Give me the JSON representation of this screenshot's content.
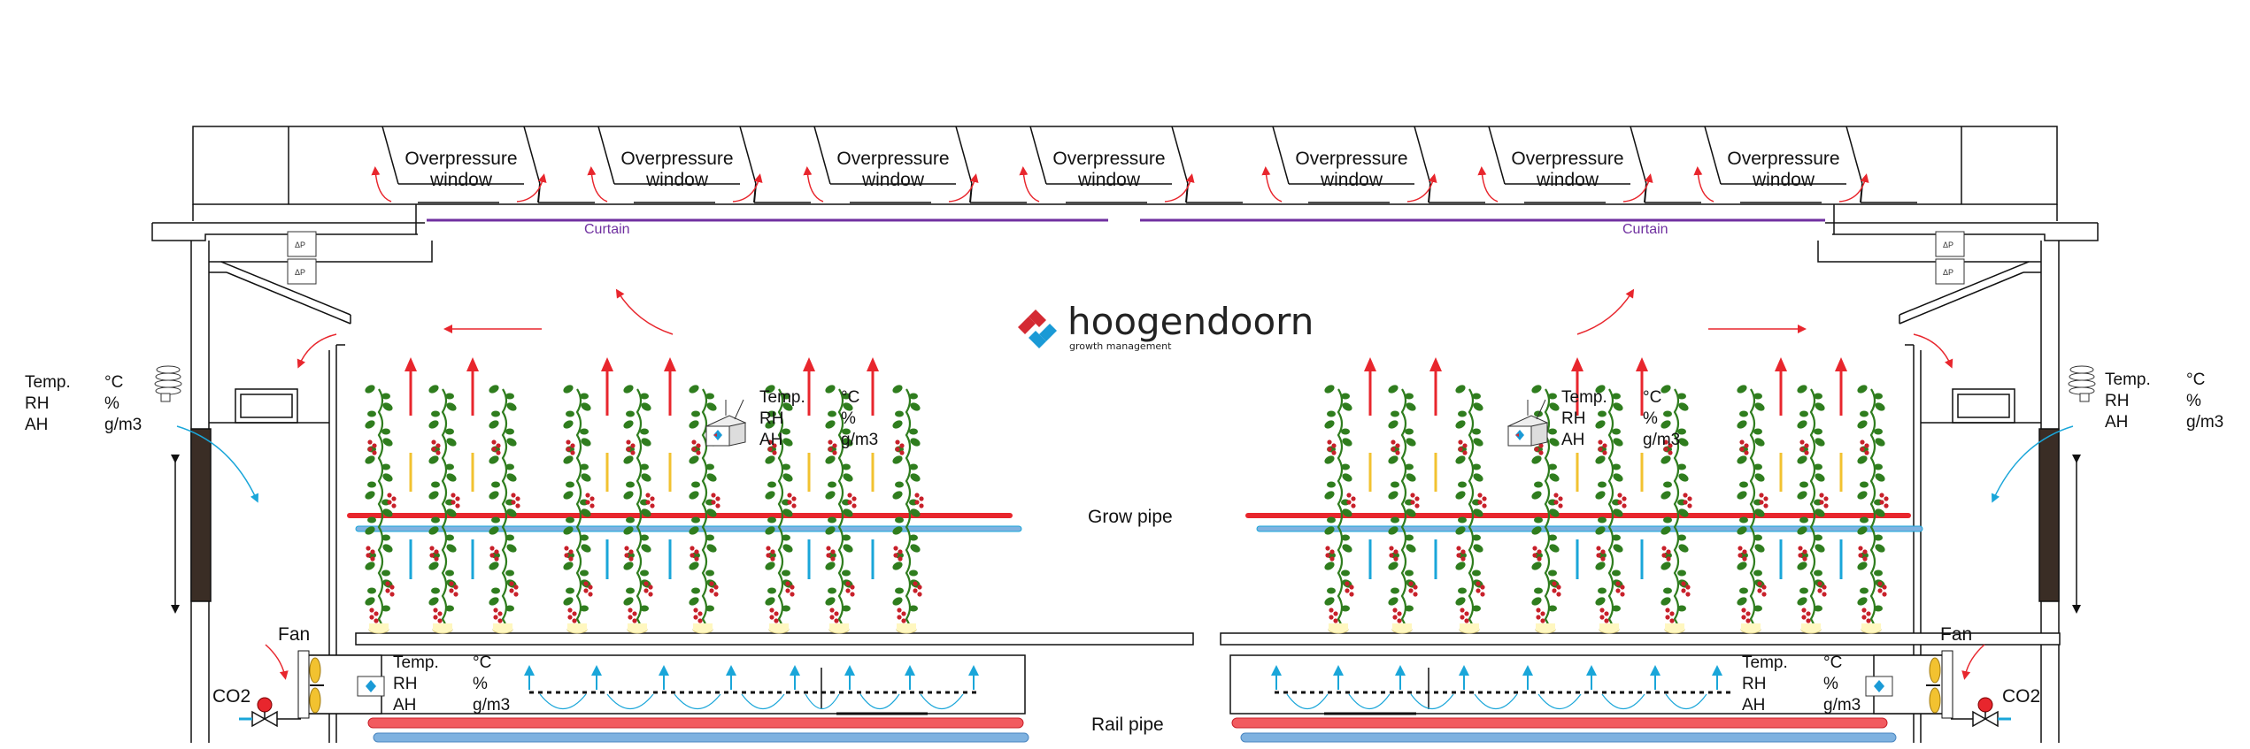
{
  "logo": {
    "brand": "hoogendoorn",
    "tagline": "growth management"
  },
  "roof": {
    "window_label_line1": "Overpressure",
    "window_label_line2": "window",
    "window_count": 7
  },
  "curtain": {
    "left_label": "Curtain",
    "right_label": "Curtain"
  },
  "pipes": {
    "grow_pipe": "Grow pipe",
    "rail_pipe": "Rail pipe"
  },
  "devices": {
    "fan_left": "Fan",
    "fan_right": "Fan",
    "co2_left": "CO2",
    "co2_right": "CO2",
    "dp": "ΔP"
  },
  "sensor": {
    "temp": "Temp.",
    "rh": "RH",
    "ah": "AH",
    "temp_unit": "°C",
    "rh_unit": "%",
    "ah_unit": "g/m3"
  },
  "colors": {
    "heat": "#e8262d",
    "cool": "#1aa6d9",
    "plant": "#2f7d1e",
    "fruit": "#c8202a",
    "curtain": "#7030a0",
    "vent": "#f2c230",
    "logo_red": "#d42a33",
    "logo_blue": "#1a9ad6",
    "rail_blue": "#7fb2e0"
  }
}
